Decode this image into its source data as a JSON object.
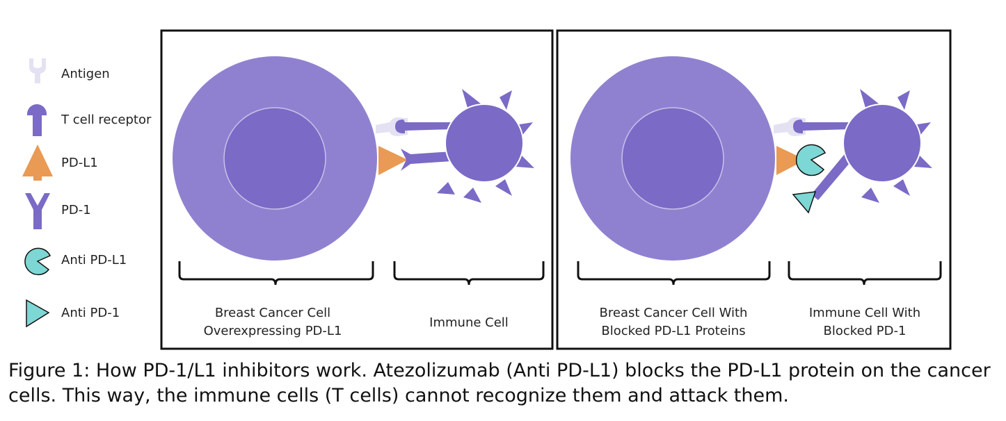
{
  "colors": {
    "cell_outer": "#9081d0",
    "cell_inner": "#7b6ac6",
    "receptor": "#7b6ac6",
    "antigen": "#e4e1f2",
    "pdl1": "#e99a54",
    "anti": "#7dd7d4",
    "frame": "#111111"
  },
  "legend": [
    {
      "icon": "antigen-icon",
      "label": "Antigen"
    },
    {
      "icon": "t-cell-receptor-icon",
      "label": "T cell receptor"
    },
    {
      "icon": "pd-l1-icon",
      "label": "PD-L1"
    },
    {
      "icon": "pd-1-icon",
      "label": "PD-1"
    },
    {
      "icon": "anti-pd-l1-icon",
      "label": "Anti PD-L1"
    },
    {
      "icon": "anti-pd-1-icon",
      "label": "Anti PD-1"
    }
  ],
  "panels": [
    {
      "name": "unblocked",
      "left_label": [
        "Breast Cancer Cell",
        "Overexpressing PD-L1"
      ],
      "right_label": [
        "Immune Cell"
      ]
    },
    {
      "name": "blocked",
      "left_label": [
        "Breast Cancer Cell With",
        "Blocked PD-L1 Proteins"
      ],
      "right_label": [
        "Immune Cell  With",
        "Blocked PD-1"
      ]
    }
  ],
  "caption": "Figure 1: How PD-1/L1 inhibitors work. Atezolizumab (Anti PD-L1) blocks the PD-L1 protein on the cancer cells. This way, the immune cells (T cells) cannot recognize them and attack them."
}
